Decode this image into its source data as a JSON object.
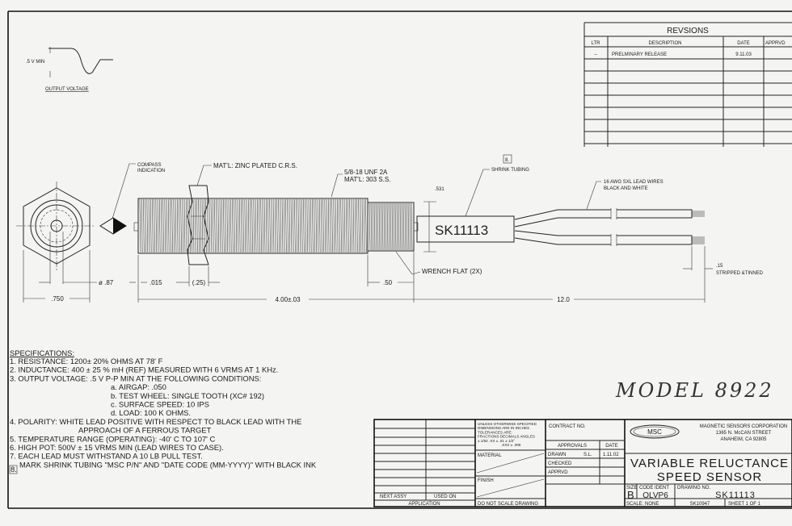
{
  "inset": {
    "min_label": ".5 V MIN",
    "title": "OUTPUT VOLTAGE"
  },
  "revisions": {
    "title": "REVSIONS",
    "headers": [
      "LTR",
      "DESCRIPTION",
      "DATE",
      "APPRVD"
    ],
    "rows": [
      {
        "ltr": "–",
        "description": "PRELMINARY RELEASE",
        "date": "9.11.03",
        "apprvd": ""
      }
    ]
  },
  "callouts": {
    "compass": [
      "COMPASS",
      "INDICATION"
    ],
    "nut_material": "MAT'L: ZINC PLATED C.R.S.",
    "thread": [
      "5/8-18 UNF 2A",
      "MAT'L: 303 S.S."
    ],
    "note_ref": "8.",
    "shrink": "SHRINK TUBING",
    "wires": [
      "16 AWG SXL LEAD WIRES",
      "BLACK AND WHITE"
    ],
    "wrench": "WRENCH FLAT (2X)",
    "tube_label": "SK11113",
    "stripped": [
      ".15",
      "STRIPPED &TINNED"
    ]
  },
  "dimensions": {
    "hex": ".750",
    "dia": "ø .87",
    "gap": ".015",
    "nut": "(.25)",
    "flat": ".50",
    "length": "4.00±.03",
    "lead": "12.0",
    "tube_h": ".531"
  },
  "specifications": {
    "title": "SPECIFICATIONS:",
    "lines": [
      "1. RESISTANCE: 1200± 20% OHMS AT 78' F",
      "2. INDUCTANCE: 400 ± 25 % mH (REF) MEASURED WITH 6 VRMS AT 1 KHz.",
      "3. OUTPUT VOLTAGE: .5 V P-P MIN AT THE FOLLOWING CONDITIONS:",
      "a. AIRGAP: .050",
      "b. TEST WHEEL: SINGLE TOOTH (XC# 192)",
      "c. SURFACE SPEED: 10 IPS",
      "d. LOAD: 100 K OHMS.",
      "4. POLARITY: WHITE LEAD POSITIVE WITH RESPECT TO BLACK LEAD WITH THE",
      "APPROACH OF A FERROUS TARGET",
      "5. TEMPERATURE RANGE (OPERATING): -40' C TO 107' C",
      "6. HIGH POT: 500V ± 15 VRMS MIN (LEAD WIRES TO CASE).",
      "7. EACH LEAD MUST WITHSTAND A 10 LB PULL TEST.",
      "MARK SHRINK TUBING \"MSC P/N\" AND \"DATE CODE (MM-YYYY)\" WITH BLACK INK"
    ],
    "note8_num": "8."
  },
  "model": "MODEL 8922",
  "title_block": {
    "next_assy": "NEXT ASSY",
    "used_on": "USED ON",
    "application": "APPLICATION",
    "tolerance": [
      "UNLESS OTHERWISE SPECIFIED",
      "DIMENSIONS ARE IN INCHES",
      "TOLERANCES ARE:",
      "FRACTIONS  DECIMALS  ANGLES",
      "± 1/64    .XX ± .01   ± 1/2°",
      ".XXX ± .005"
    ],
    "material": "MATERIAL",
    "finish": "FINISH",
    "no_scale": "DO NOT SCALE DRAWING",
    "contract": "CONTRACT NO.",
    "approvals": "APPROVALS",
    "date": "DATE",
    "drawn": "DRAWN",
    "drawn_by": "S.L.",
    "drawn_date": "1.11.02",
    "checked": "CHECKED",
    "apprvd": "APPRVD",
    "logo": "MSC",
    "company": [
      "MAGNETIC SENSORS CORPORATION",
      "1365 N. McCAN STREET",
      "ANAHEIM, CA 92805"
    ],
    "title": [
      "VARIABLE RELUCTANCE",
      "SPEED SENSOR"
    ],
    "size_label": "SIZE",
    "size": "B",
    "code_label": "CODE IDENT",
    "code": "OLVP6",
    "dwg_label": "DRAWING NO.",
    "dwg": "SK11113",
    "scale": "SCALE: NONE",
    "ref": "SK10947",
    "sheet": "SHEET  1  OF  1"
  }
}
